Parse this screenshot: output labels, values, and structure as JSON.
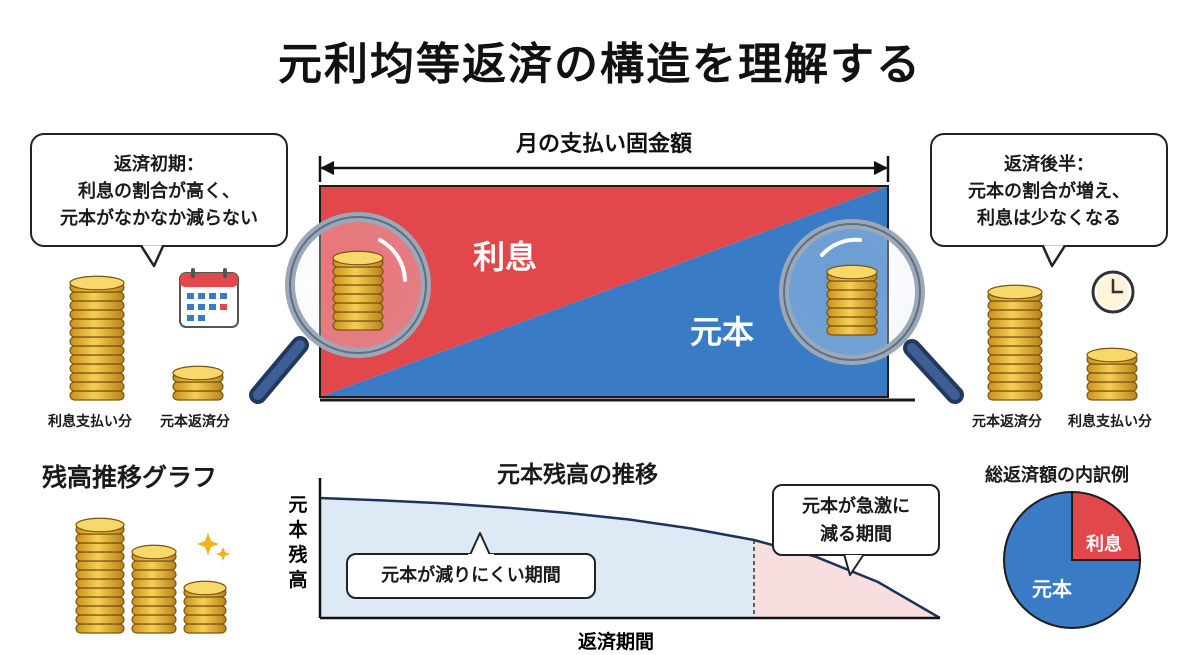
{
  "title": "元利均等返済の構造を理解する",
  "main_chart": {
    "header": "月の支払い固金額",
    "label_interest": "利息",
    "label_principal": "元本",
    "colors": {
      "interest": "#e2474b",
      "principal": "#3a7bc5"
    }
  },
  "left_bubble": {
    "lines": [
      "返済初期：",
      "利息の割合が高く、",
      "元本がなかなか減らない"
    ]
  },
  "right_bubble": {
    "lines": [
      "返済後半：",
      "元本の割合が増え、",
      "利息は少なくなる"
    ]
  },
  "left_coins": {
    "tall_label": "利息支払い分",
    "short_label": "元本返済分"
  },
  "right_coins": {
    "tall_label": "元本返済分",
    "short_label": "利息支払い分"
  },
  "balance_section": {
    "heading": "残高推移グラフ",
    "chart_title": "元本残高の推移",
    "y_label": "元本残高",
    "x_label": "返済期間",
    "callout_slow": "元本が減りにくい期間",
    "callout_fast_lines": [
      "元本が急激に",
      "減る期間"
    ]
  },
  "breakdown": {
    "heading": "総返済額の内訳例",
    "label_interest": "利息",
    "label_principal": "元本"
  },
  "chart_data": [
    {
      "type": "area",
      "title": "月の支払い固金額",
      "series": [
        {
          "name": "利息",
          "values": [
            1,
            0
          ]
        },
        {
          "name": "元本",
          "values": [
            0,
            1
          ]
        }
      ],
      "x": [
        0,
        1
      ]
    },
    {
      "type": "line",
      "title": "元本残高の推移",
      "xlabel": "返済期間",
      "ylabel": "元本残高",
      "x": [
        0,
        0.1,
        0.2,
        0.3,
        0.4,
        0.5,
        0.6,
        0.7,
        0.8,
        0.9,
        1.0
      ],
      "values": [
        1.0,
        0.98,
        0.955,
        0.92,
        0.875,
        0.82,
        0.745,
        0.65,
        0.51,
        0.3,
        0.0
      ]
    },
    {
      "type": "pie",
      "title": "総返済額の内訳例",
      "categories": [
        "利息",
        "元本"
      ],
      "values": [
        0.25,
        0.75
      ]
    }
  ]
}
